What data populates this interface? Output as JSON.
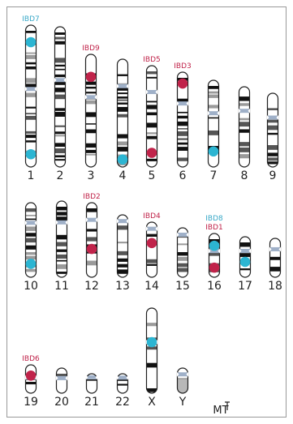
{
  "colors": {
    "cyan_marker": "#2cb5d2",
    "red_marker": "#c0234a",
    "cyan_text": "#3aa9c8",
    "red_text": "#c0234a",
    "chrom_outline": "#202020",
    "centromere": "#9fb0c8"
  },
  "chromosomes": [
    {
      "label": "1"
    },
    {
      "label": "2"
    },
    {
      "label": "3"
    },
    {
      "label": "4"
    },
    {
      "label": "5"
    },
    {
      "label": "6"
    },
    {
      "label": "7"
    },
    {
      "label": "8"
    },
    {
      "label": "9"
    },
    {
      "label": "10"
    },
    {
      "label": "11"
    },
    {
      "label": "12"
    },
    {
      "label": "13"
    },
    {
      "label": "14"
    },
    {
      "label": "15"
    },
    {
      "label": "16"
    },
    {
      "label": "17"
    },
    {
      "label": "18"
    },
    {
      "label": "19"
    },
    {
      "label": "20"
    },
    {
      "label": "21"
    },
    {
      "label": "22"
    },
    {
      "label": "X"
    },
    {
      "label": "Y"
    },
    {
      "label": "MT"
    }
  ],
  "loci": [
    {
      "label": "IBD7",
      "chromosome": "1",
      "color": "cyan"
    },
    {
      "label": "IBD9",
      "chromosome": "3",
      "color": "red"
    },
    {
      "label": "IBD5",
      "chromosome": "5",
      "color": "red"
    },
    {
      "label": "IBD3",
      "chromosome": "6",
      "color": "red"
    },
    {
      "label": "IBD2",
      "chromosome": "12",
      "color": "red"
    },
    {
      "label": "IBD4",
      "chromosome": "14",
      "color": "red"
    },
    {
      "label": "IBD8",
      "chromosome": "16",
      "color": "cyan"
    },
    {
      "label": "IBD1",
      "chromosome": "16",
      "color": "red"
    },
    {
      "label": "IBD6",
      "chromosome": "19",
      "color": "red"
    }
  ],
  "unlabeled_markers": [
    {
      "chromosome": "1",
      "color": "cyan"
    },
    {
      "chromosome": "4",
      "color": "cyan"
    },
    {
      "chromosome": "7",
      "color": "cyan"
    },
    {
      "chromosome": "10",
      "color": "cyan"
    },
    {
      "chromosome": "17",
      "color": "cyan"
    },
    {
      "chromosome": "X",
      "color": "cyan"
    }
  ]
}
